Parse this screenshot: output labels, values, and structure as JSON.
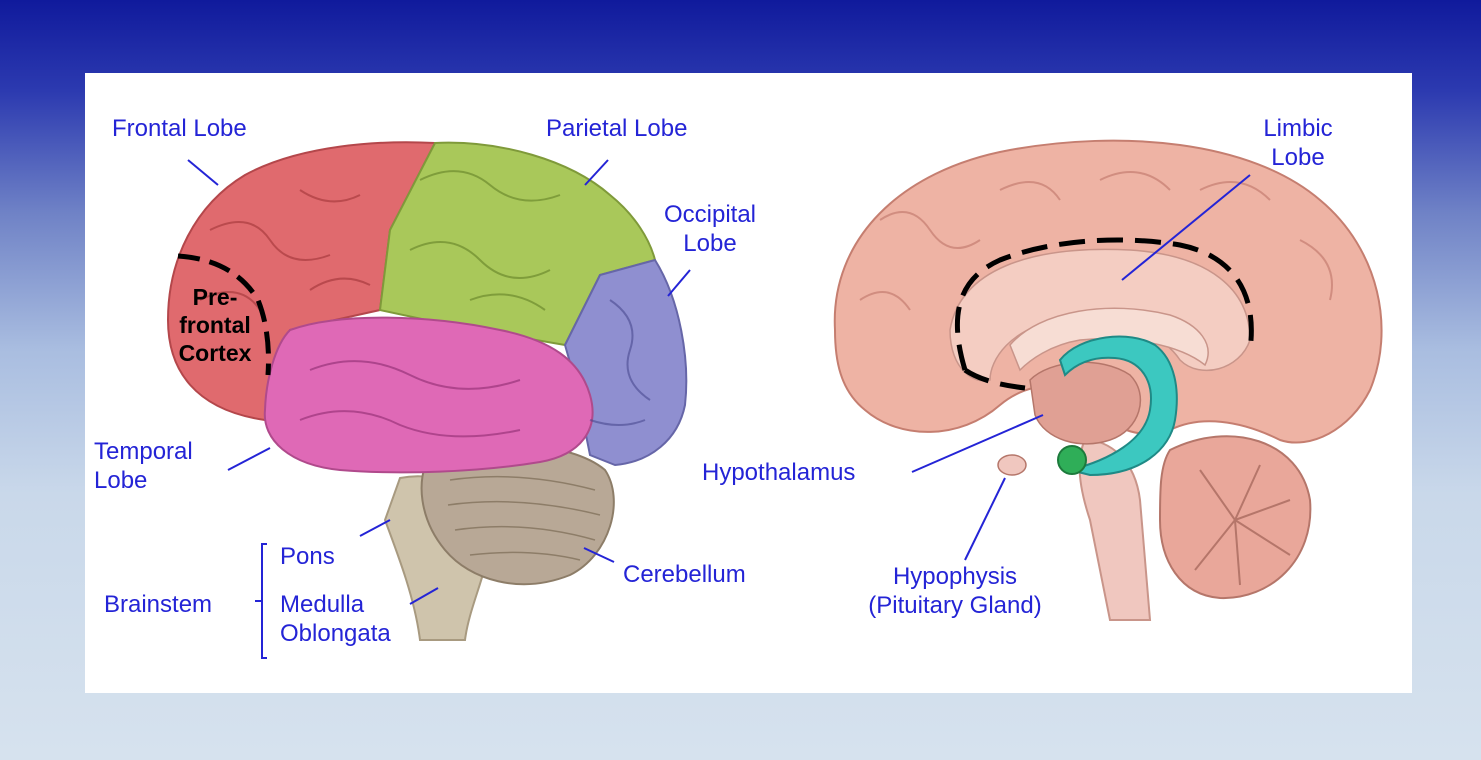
{
  "diagram": {
    "lateral_view": {
      "frontal_lobe": "Frontal Lobe",
      "parietal_lobe": "Parietal Lobe",
      "occipital_lobe": [
        "Occipital",
        "Lobe"
      ],
      "prefrontal_cortex": [
        "Pre-",
        "frontal",
        "Cortex"
      ],
      "temporal_lobe": [
        "Temporal",
        "Lobe"
      ],
      "pons": "Pons",
      "brainstem": "Brainstem",
      "medulla_oblongata": [
        "Medulla",
        "Oblongata"
      ],
      "cerebellum": "Cerebellum"
    },
    "medial_view": {
      "limbic_lobe": [
        "Limbic",
        "Lobe"
      ],
      "hypothalamus": "Hypothalamus",
      "hypophysis": [
        "Hypophysis",
        "(Pituitary Gland)"
      ]
    }
  },
  "colors": {
    "label_text": "#2424d6",
    "frontal": "#e06a6e",
    "parietal": "#a9c85a",
    "occipital": "#8f8fd0",
    "temporal": "#df69b6",
    "cerebellum": "#b8a896",
    "brainstem": "#cfc4ac",
    "medial_cortex": "#eeb3a4",
    "hippocampus": "#3cc8c0"
  }
}
